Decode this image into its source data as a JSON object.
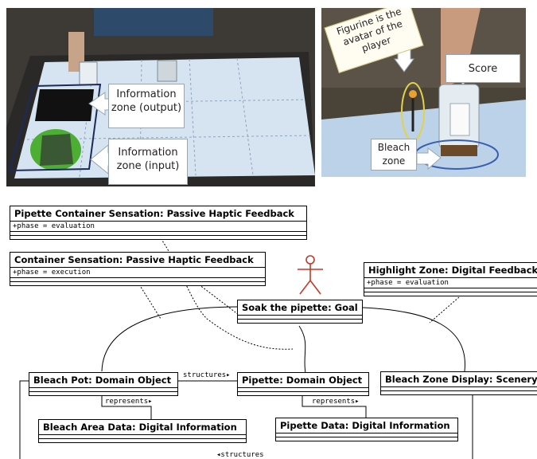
{
  "photos": {
    "left": {
      "callouts": {
        "output": "Information zone (output)",
        "input": "Information zone (input)"
      }
    },
    "right": {
      "callouts": {
        "figurine": "Figurine is the avatar of the player",
        "score": "Score",
        "bleach": "Bleach zone"
      }
    }
  },
  "diagram": {
    "classes": {
      "pipette_container": {
        "title": "Pipette Container Sensation: Passive Haptic Feedback",
        "attr": "+phase = evaluation"
      },
      "container": {
        "title": "Container Sensation: Passive Haptic Feedback",
        "attr": "+phase = execution"
      },
      "highlight": {
        "title": "Highlight Zone: Digital Feedback",
        "attr": "+phase = evaluation"
      },
      "goal": {
        "title": "Soak the pipette: Goal"
      },
      "bleach_pot": {
        "title": "Bleach Pot: Domain Object"
      },
      "pipette": {
        "title": "Pipette: Domain Object"
      },
      "bleach_zone": {
        "title": "Bleach Zone Display: Scenery"
      },
      "bleach_area": {
        "title": "Bleach Area Data: Digital Information"
      },
      "pipette_data": {
        "title": "Pipette Data: Digital Information"
      }
    },
    "relations": {
      "structures_top": "structures▸",
      "represents_left": "represents▸",
      "represents_right": "represents▸",
      "structures_bottom": "◂structures"
    }
  },
  "colors": {
    "photo_table": "#d6e4f2",
    "callout_fill": "#ffffff",
    "callout_border": "#9aa7b3",
    "actor": "#c0392b"
  }
}
